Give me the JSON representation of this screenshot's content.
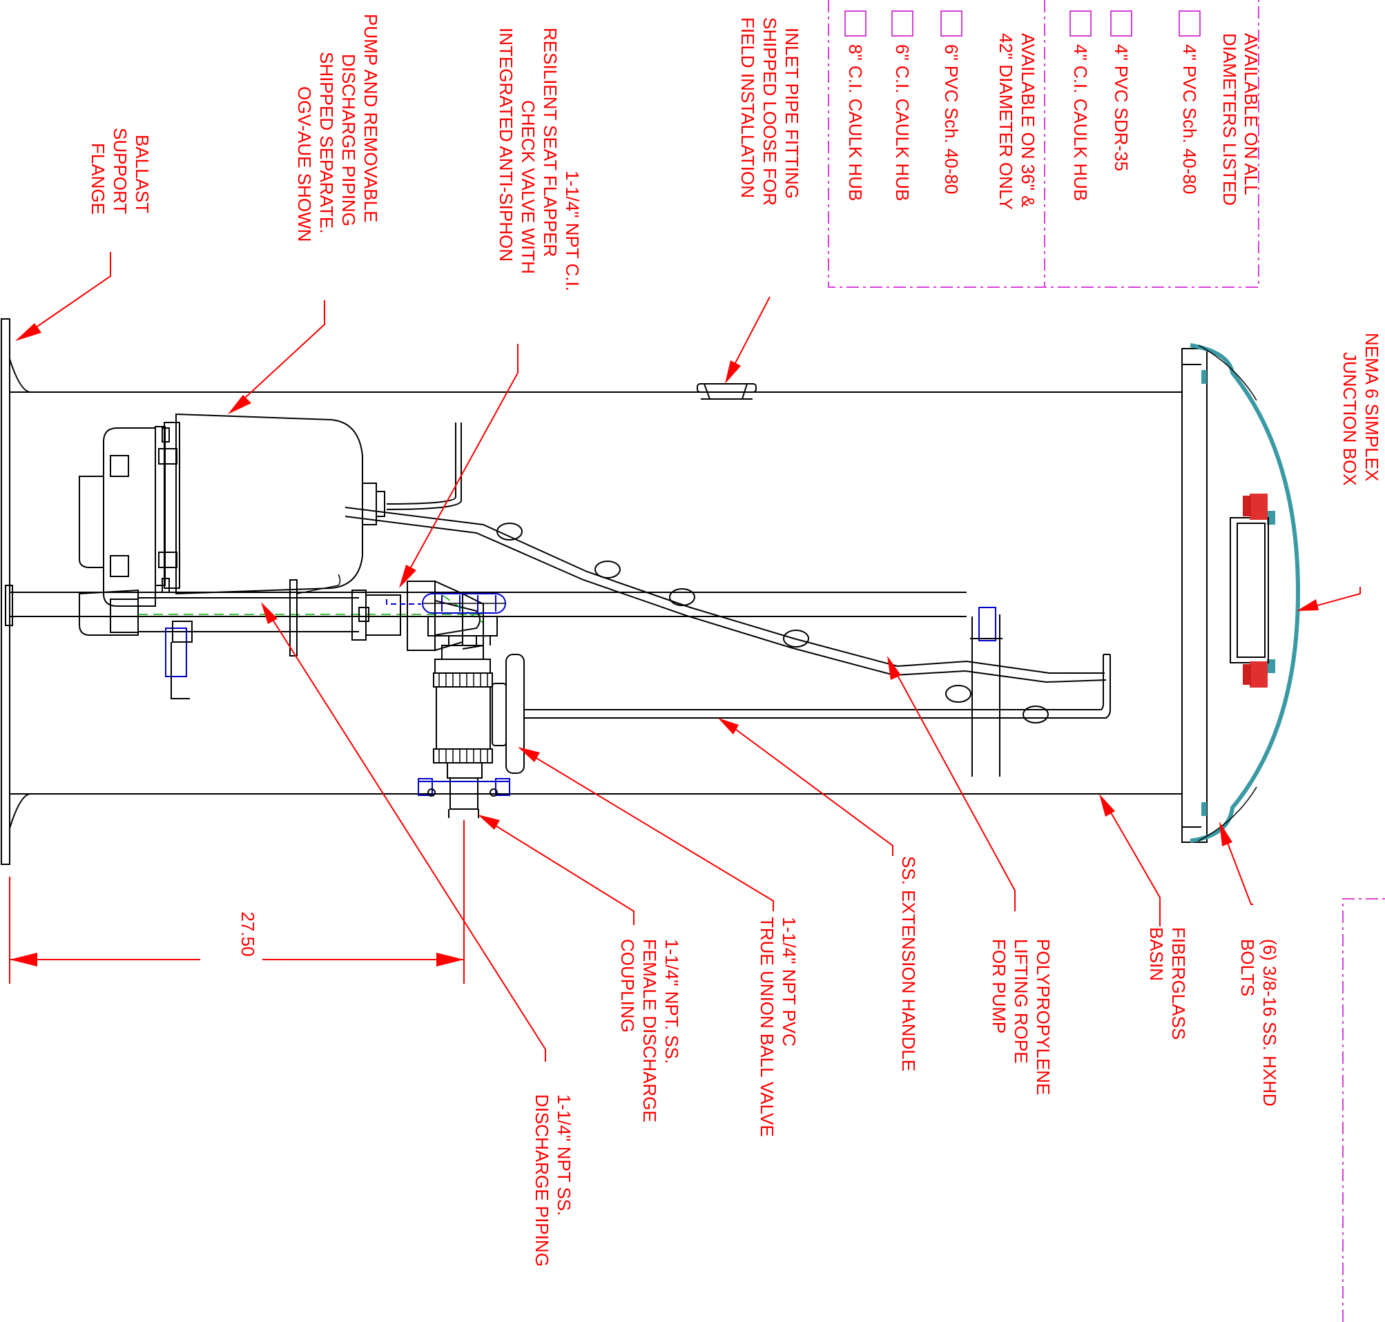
{
  "labels": {
    "ballast": [
      "BALLAST",
      "SUPPORT",
      "FLANGE"
    ],
    "pump": [
      "PUMP AND REMOVABLE",
      "DISCHARGE PIPING",
      "SHIPPED SEPARATE.",
      "OGV-AUE SHOWN"
    ],
    "check_valve": [
      "1-1/4\" NPT C.I.",
      "RESILIENT SEAT FLAPPER",
      "CHECK VALVE WITH",
      "INTEGRATED ANTI-SIPHON"
    ],
    "inlet": [
      "INLET PIPE FITTING",
      "SHIPPED LOOSE FOR",
      "FIELD INSTALLATION"
    ],
    "nema": [
      "NEMA 6 SIMPLEX",
      "JUNCTION BOX"
    ],
    "bolts": [
      "(6) 3/8-16 SS.  HXHD",
      "BOLTS"
    ],
    "basin": [
      "FIBERGLASS",
      "BASIN"
    ],
    "rope": [
      "POLYPROPYLENE",
      "LIFTING ROPE",
      "FOR PUMP"
    ],
    "handle": [
      "SS. EXTENSION HANDLE"
    ],
    "ball_valve": [
      "1-1/4\" NPT PVC",
      "TRUE UNION BALL VALVE"
    ],
    "coupling": [
      "1-1/4\" NPT. SS.",
      "FEMALE DISCHARGE",
      "COUPLING"
    ],
    "discharge": [
      "1-1/4\" NPT SS.",
      "DISCHARGE PIPING"
    ],
    "dimension": "27.50"
  },
  "inlet_options": {
    "all_header": [
      "AVAILABLE ON ALL",
      "DIAMETERS LISTED"
    ],
    "all_items": [
      "4\" PVC Sch. 40-80",
      "4\" PVC SDR-35",
      "4\" C.I. CAULK HUB"
    ],
    "large_header": [
      "AVAILABLE ON 36\" &",
      "42\" DIAMETER ONLY"
    ],
    "large_items": [
      "6\" PVC Sch. 40-80",
      "6\" C.I. CAULK HUB",
      "8\" C.I. CAULK HUB"
    ]
  }
}
